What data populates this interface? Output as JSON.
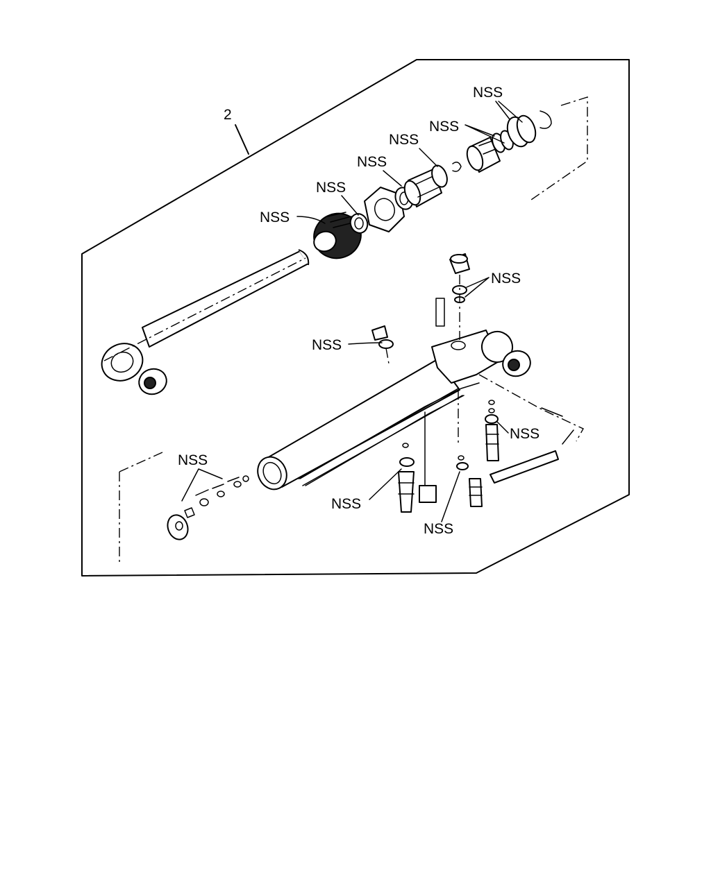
{
  "diagram": {
    "assembly_number": "2",
    "callouts": [
      "NSS",
      "NSS",
      "NSS",
      "NSS",
      "NSS",
      "NSS",
      "NSS",
      "NSS",
      "NSS",
      "NSS",
      "NSS",
      "NSS"
    ]
  }
}
